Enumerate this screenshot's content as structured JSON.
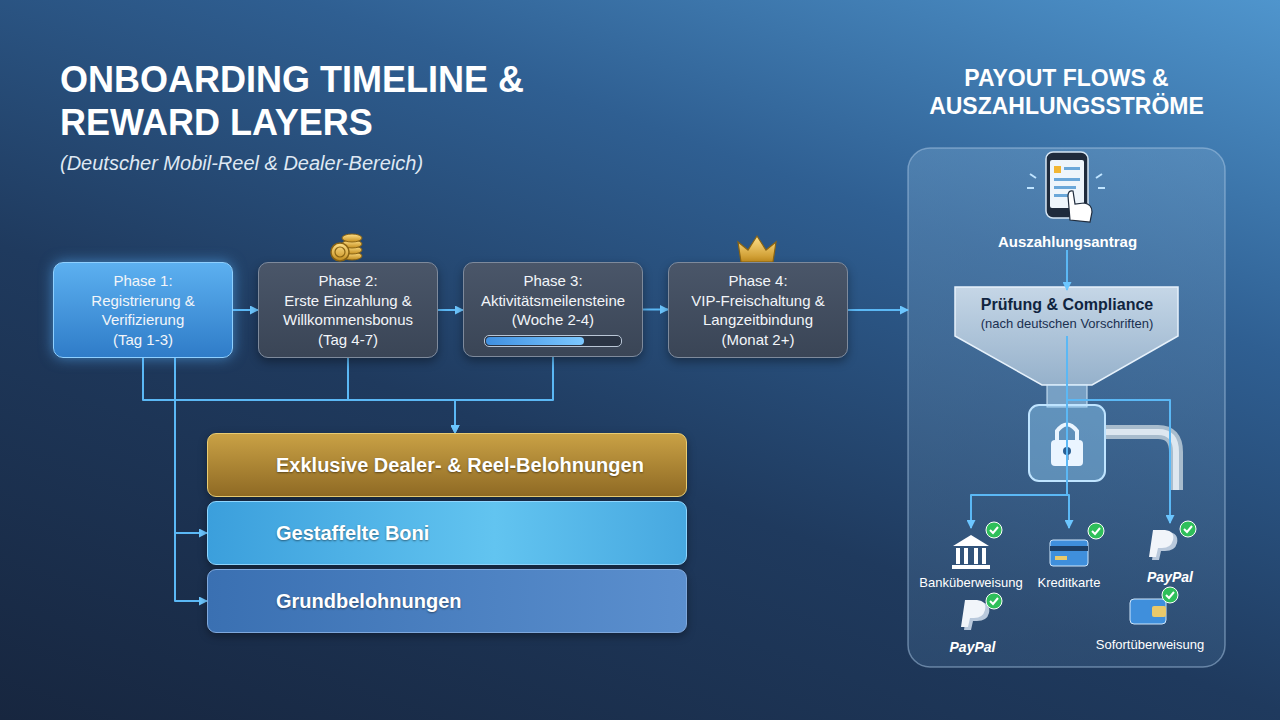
{
  "diagram": {
    "title": "ONBOARDING TIMELINE & REWARD LAYERS",
    "nodes": [
      {
        "text": [
          "Phase 1:",
          "Registrierung & Verifizierung",
          "(Tag 1-3)"
        ]
      },
      {
        "text": [
          "Phase 2:",
          "Erste Einzahlung & Willkommensbonus",
          "(Tag 4-7)"
        ]
      },
      {
        "text": [
          "Phase 3:",
          "Aktivitätsmeilensteine",
          "(Woche 2-4)"
        ]
      },
      {
        "text": [
          "Phase 4:",
          "VIP-Freischaltung & Langzeitbindung",
          "(Monat 2+)"
        ]
      },
      {
        "text": [
          "Exklusive Dealer- & Reel-Belohnungen"
        ]
      },
      {
        "text": [
          "Gestaffelte Boni"
        ]
      },
      {
        "text": [
          "Grundbelohnungen"
        ]
      },
      {
        "text": [
          "PAYOUT FLOWS & AUSZAHLUNGSSTRÖME"
        ]
      },
      {
        "text": [
          "Auszahlungsantrag"
        ],
        "in": 7
      },
      {
        "text": [
          "Prüfung & Compliance",
          "(nach deutschen Vorschriften)"
        ],
        "in": 7
      },
      {
        "text": [
          "Banküberweisung"
        ],
        "in": 7
      },
      {
        "text": [
          "Kreditkarte"
        ],
        "in": 7
      },
      {
        "text": [
          "PayPal"
        ],
        "in": 7
      },
      {
        "text": [
          "PayPal"
        ],
        "in": 7
      },
      {
        "text": [
          "Sofortüberweisung"
        ],
        "in": 7
      }
    ],
    "edges": [
      {
        "from": 0,
        "to": 1,
        "arrow": "to"
      },
      {
        "from": 1,
        "to": 2,
        "arrow": "to"
      },
      {
        "from": 2,
        "to": 3,
        "arrow": "to"
      },
      {
        "from": 3,
        "to": 7,
        "arrow": "to"
      },
      {
        "from": 0,
        "to": 4,
        "arrow": "to"
      },
      {
        "from": 1,
        "to": 4,
        "arrow": "to"
      },
      {
        "from": 2,
        "to": 4,
        "arrow": "to"
      },
      {
        "from": 0,
        "to": 5,
        "arrow": "to"
      },
      {
        "from": 0,
        "to": 6,
        "arrow": "to"
      },
      {
        "from": 8,
        "to": 9,
        "arrow": "to"
      },
      {
        "from": 9,
        "to": 10,
        "arrow": "to"
      },
      {
        "from": 9,
        "to": 11,
        "arrow": "to"
      },
      {
        "from": 9,
        "to": 12,
        "arrow": "to"
      }
    ],
    "labels": [
      "(Deutscher Mobil-Reel & Dealer-Bereich)"
    ]
  }
}
